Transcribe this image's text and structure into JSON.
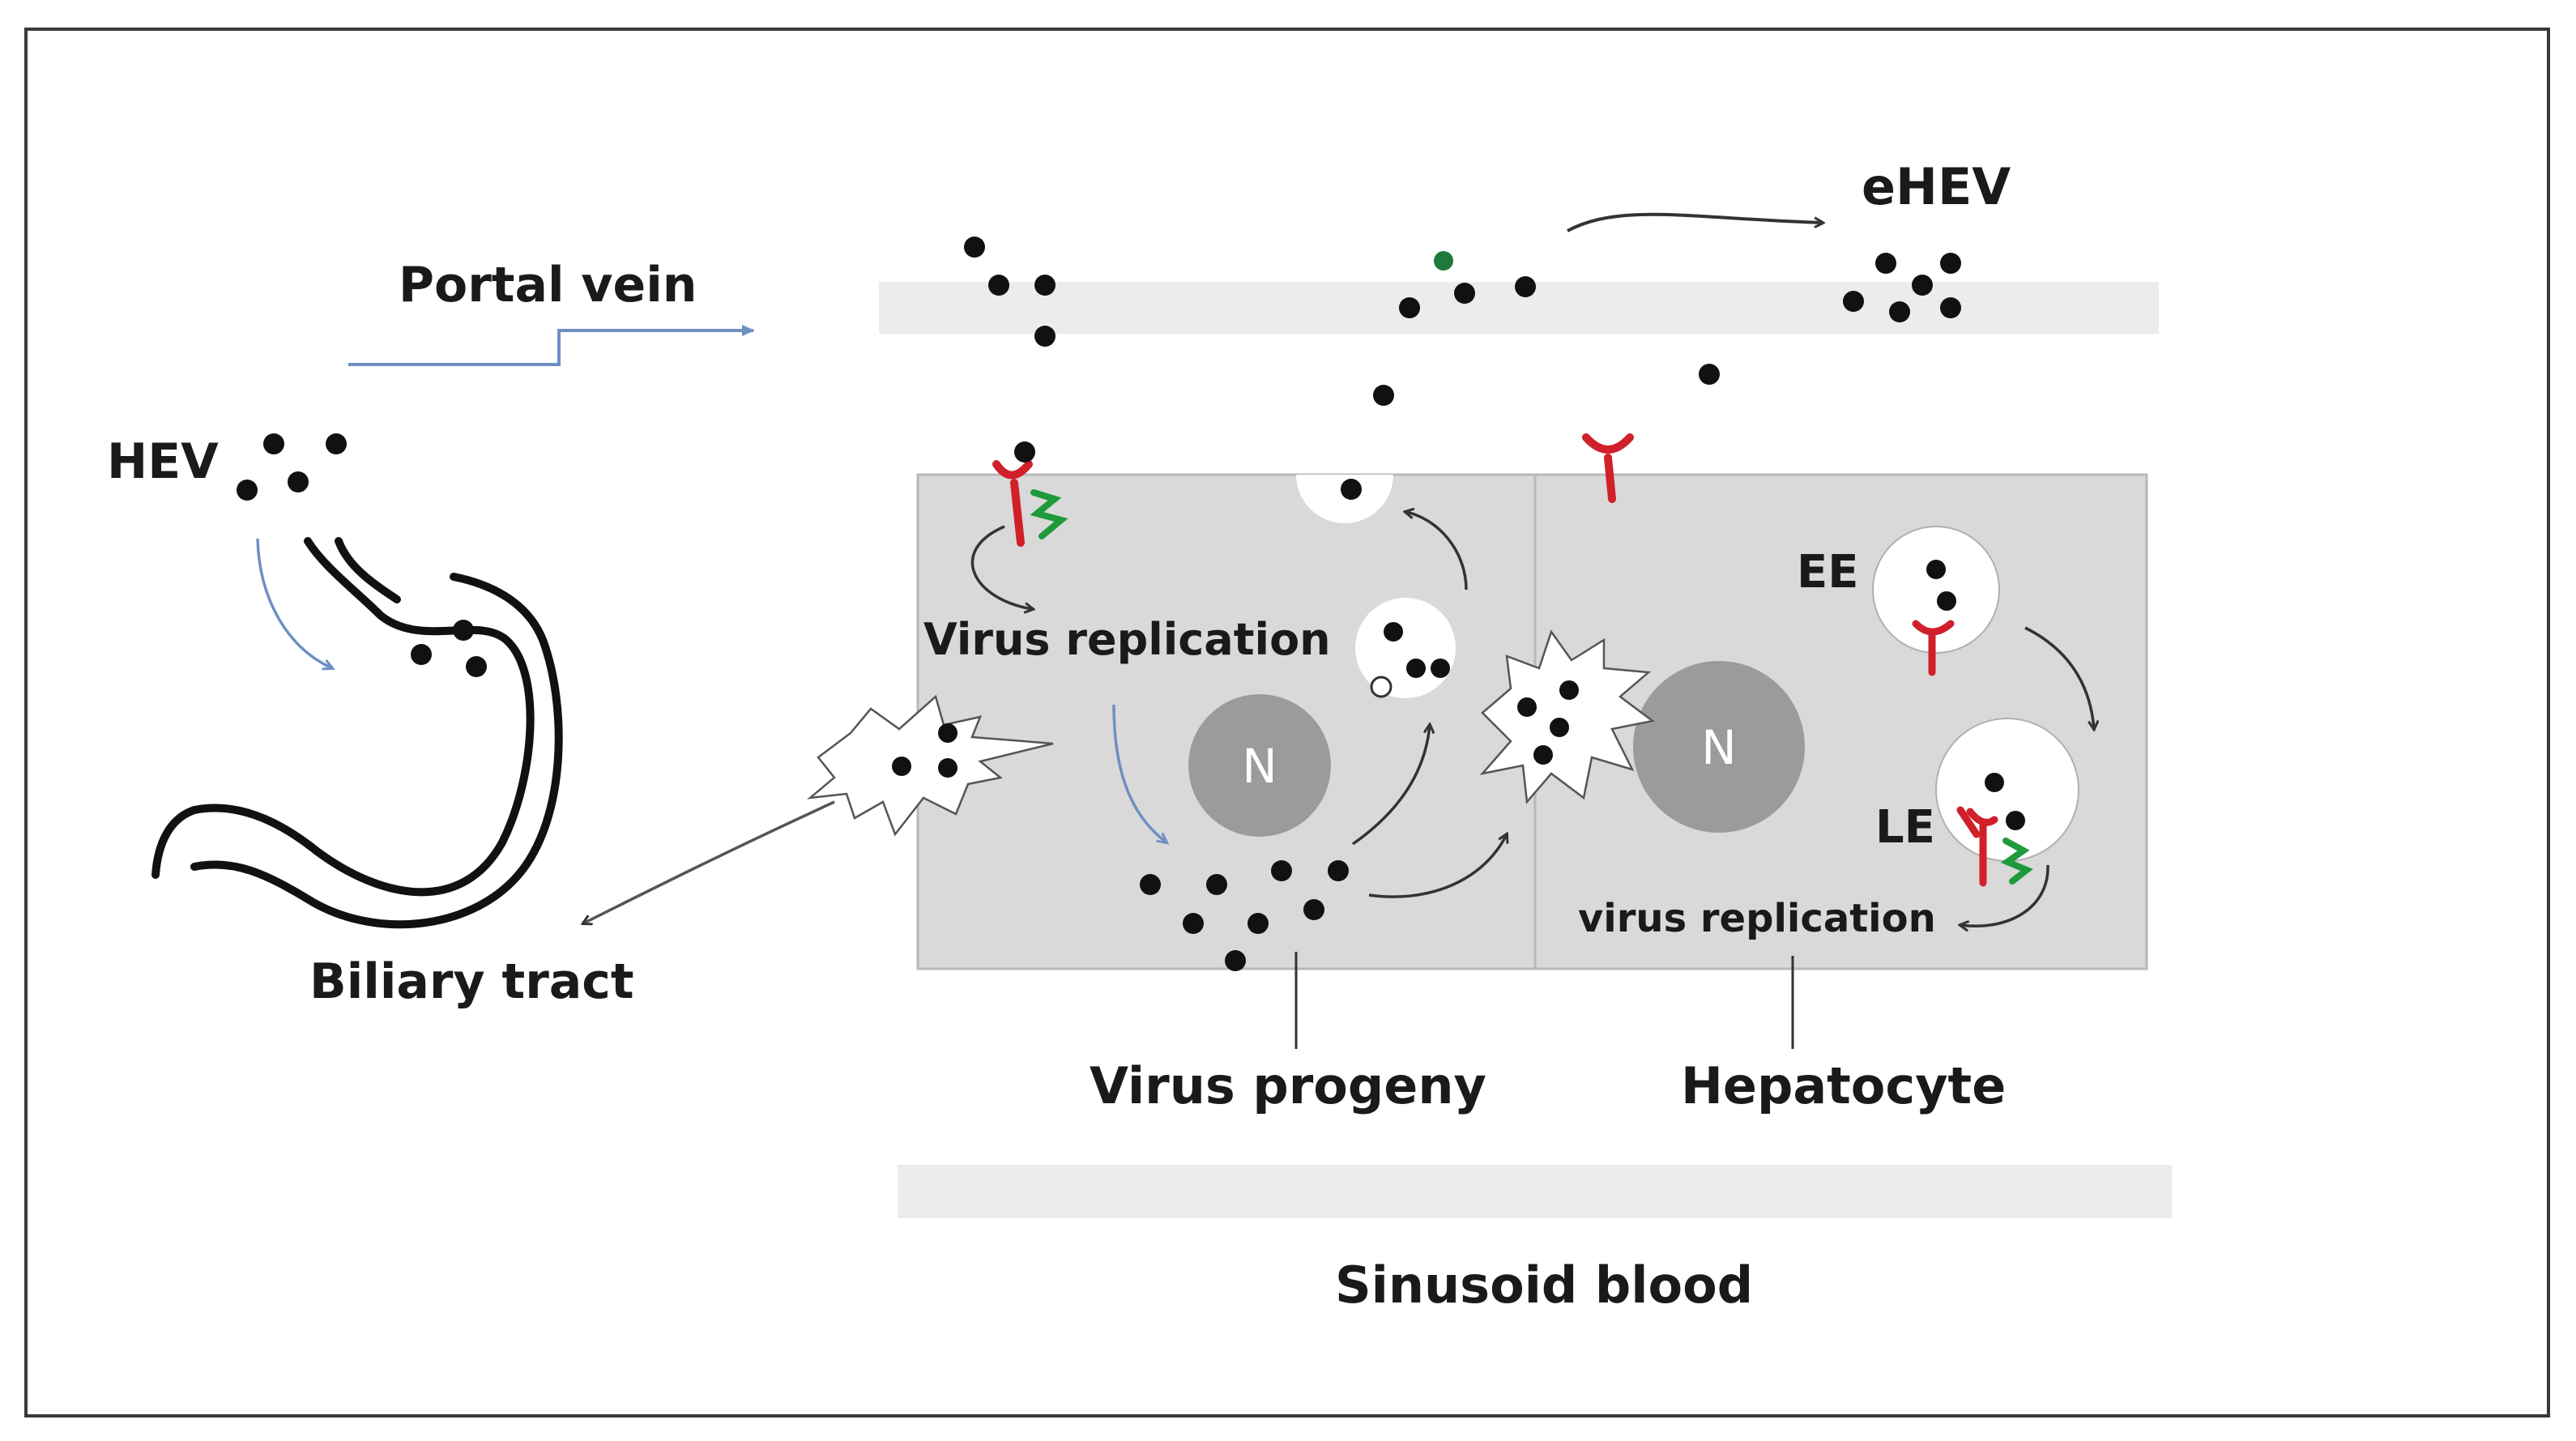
{
  "labels": {
    "portal_vein": "Portal vein",
    "ehev": "eHEV",
    "hev": "HEV",
    "virus_replication_1": "Virus replication",
    "ee": "EE",
    "le": "LE",
    "nucleus_left": "N",
    "nucleus_right": "N",
    "virus_replication_2": "virus replication",
    "biliary_tract": "Biliary tract",
    "virus_progeny": "Virus progeny",
    "hepatocyte": "Hepatocyte",
    "sinusoid_blood": "Sinusoid blood"
  },
  "colors": {
    "frame": "#3a3a3a",
    "cell": "#d9d9d9",
    "cell_border": "#b8b8b8",
    "vessel_band": "#ececec",
    "nucleus": "#9b9b9b",
    "virion": "#111111",
    "receptor": "#d0202a",
    "coreceptor": "#1f9a3a",
    "flow_arrow": "#6f8fc4",
    "arrow": "#333333"
  }
}
